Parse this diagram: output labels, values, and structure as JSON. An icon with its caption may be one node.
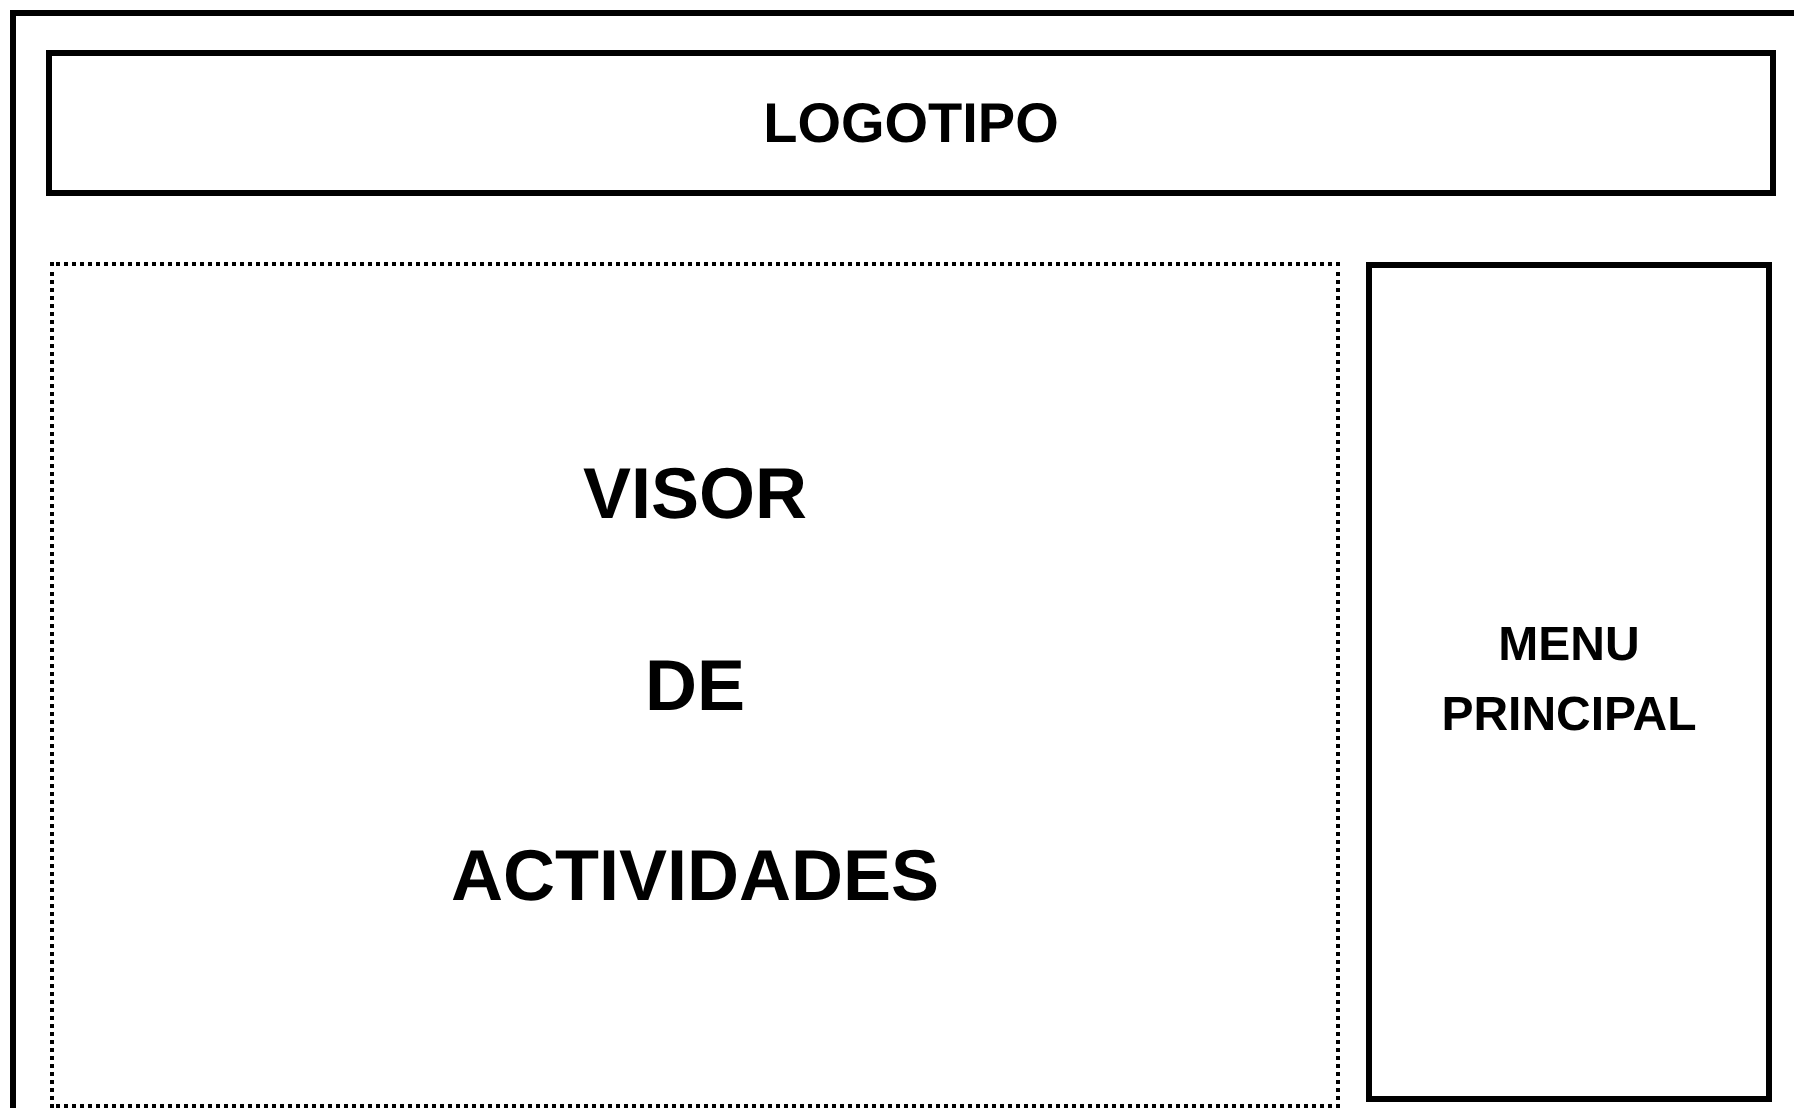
{
  "diagram": {
    "nodes": [
      {
        "text": [],
        "shape": "box"
      },
      {
        "text": [
          "LOGOTIPO"
        ],
        "in": 0
      },
      {
        "text": [
          "VISOR DE ACTIVIDADES"
        ],
        "in": 0
      },
      {
        "text": [
          "MENU PRINCIPAL"
        ],
        "in": 0
      }
    ]
  }
}
